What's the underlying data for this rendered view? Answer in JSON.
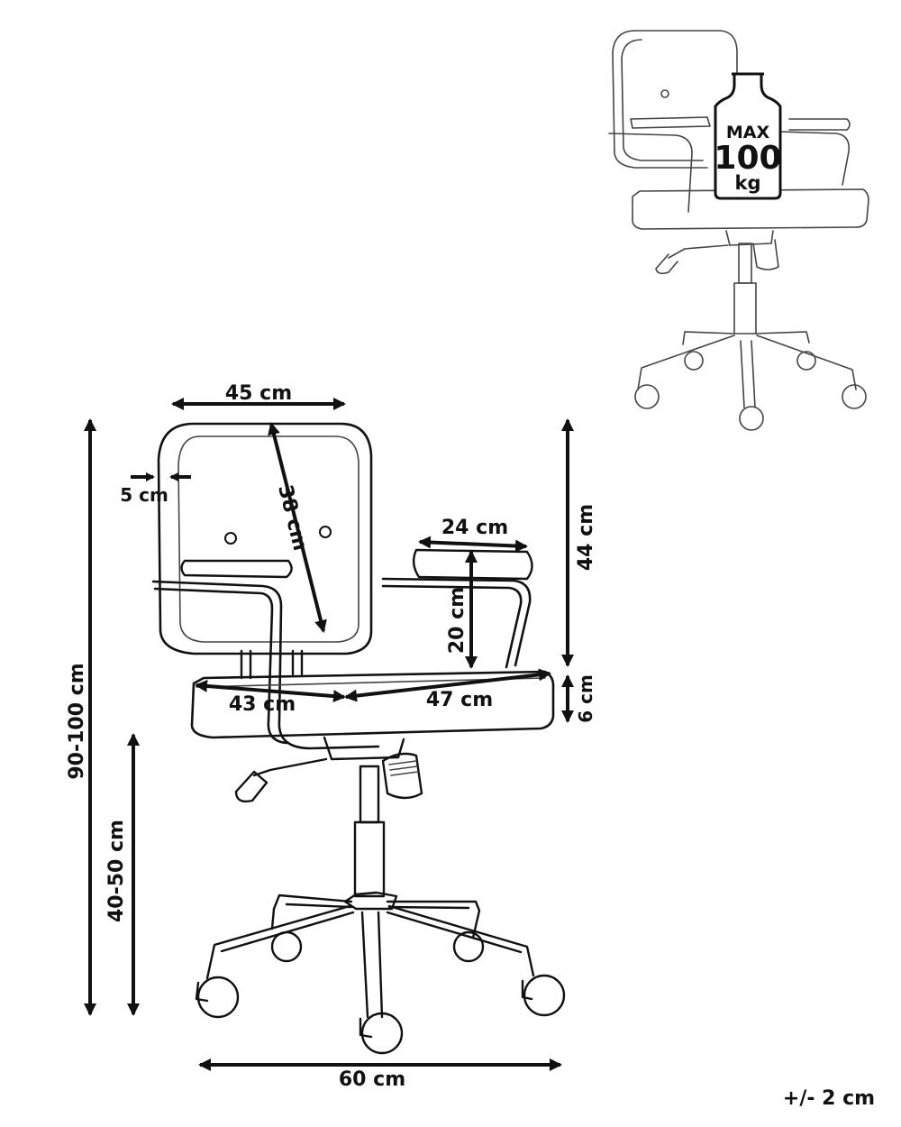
{
  "dimensions": {
    "backrest_width": "45 cm",
    "backrest_frame": "5 cm",
    "backrest_height": "38 cm",
    "armrest_width": "24 cm",
    "armrest_height": "20 cm",
    "back_total_height": "44 cm",
    "seat_depth": "43 cm",
    "seat_width": "47 cm",
    "seat_thickness": "6 cm",
    "total_height": "90-100 cm",
    "seat_height": "40-50 cm",
    "base_width": "60 cm"
  },
  "weight_badge": {
    "max": "MAX",
    "value": "100",
    "unit": "kg"
  },
  "tolerance": "+/- 2 cm"
}
